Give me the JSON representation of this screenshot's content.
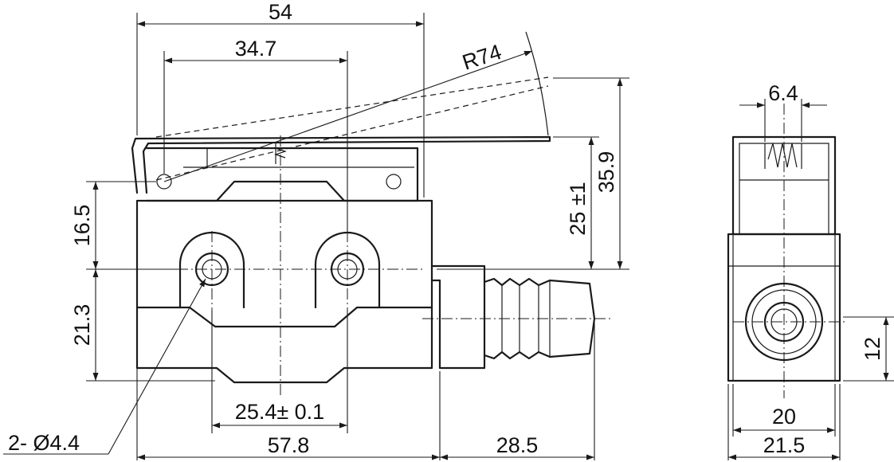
{
  "dimensions": {
    "overall_width_top": "54",
    "hole_span_top": "34.7",
    "lever_radius": "R74",
    "upper_height": "16.5",
    "lower_height": "21.3",
    "mounting_pitch": "25.4± 0.1",
    "hole_callout": "2- Ø4.4",
    "body_width": "57.8",
    "plunger_length": "28.5",
    "lever_height": "25 ±1",
    "overall_height": "35.9",
    "plunger_width": "6.4",
    "plunger_axis_height": "12",
    "side_width": "20",
    "side_overall_width": "21.5"
  }
}
